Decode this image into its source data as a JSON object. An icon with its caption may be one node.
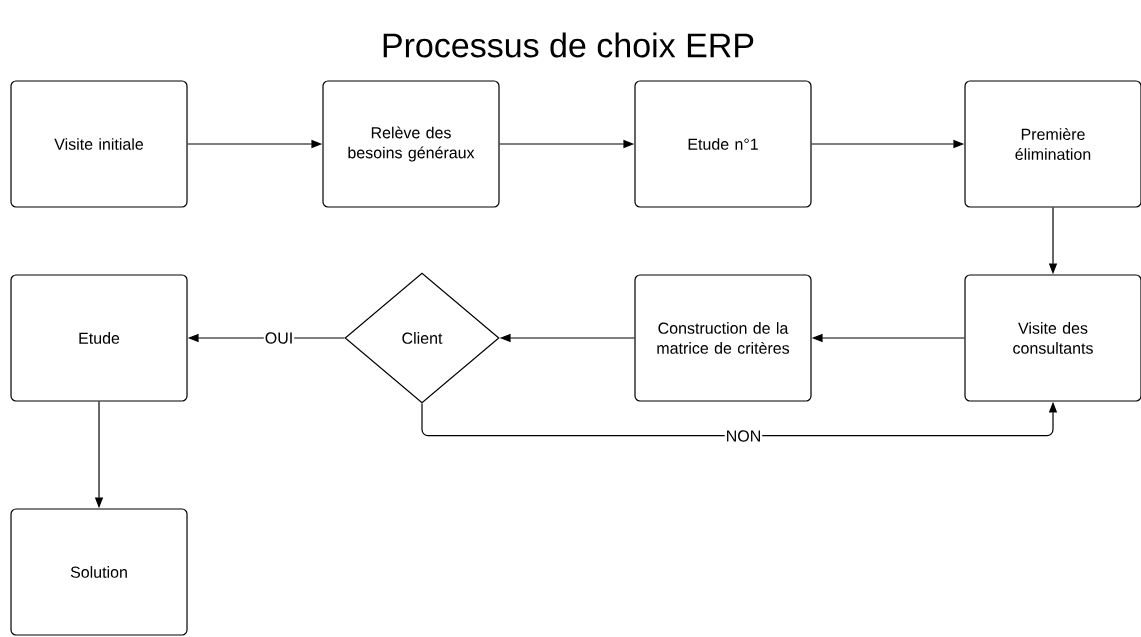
{
  "diagram": {
    "title": "Processus de choix ERP",
    "nodes": [
      {
        "text": [
          "Visite initiale"
        ]
      },
      {
        "text": [
          "Relève des besoins généraux"
        ]
      },
      {
        "text": [
          "Etude n°1"
        ]
      },
      {
        "text": [
          "Première élimination"
        ]
      },
      {
        "text": [
          "Visite des consultants"
        ]
      },
      {
        "text": [
          "Construction de la matrice de critères"
        ]
      },
      {
        "text": [
          "Client"
        ]
      },
      {
        "text": [
          "Etude"
        ]
      },
      {
        "text": [
          "Solution"
        ]
      }
    ],
    "edges": [
      {
        "from": 0,
        "to": 1,
        "arrow": "to"
      },
      {
        "from": 1,
        "to": 2,
        "arrow": "to"
      },
      {
        "from": 2,
        "to": 3,
        "arrow": "to"
      },
      {
        "from": 3,
        "to": 4,
        "arrow": "to"
      },
      {
        "from": 4,
        "to": 5,
        "arrow": "to"
      },
      {
        "from": 5,
        "to": 6,
        "arrow": "to"
      },
      {
        "from": 6,
        "to": 7,
        "arrow": "to",
        "label": "OUI"
      },
      {
        "from": 6,
        "to": 4,
        "arrow": "to",
        "label": "NON"
      },
      {
        "from": 7,
        "to": 8,
        "arrow": "to"
      }
    ]
  }
}
